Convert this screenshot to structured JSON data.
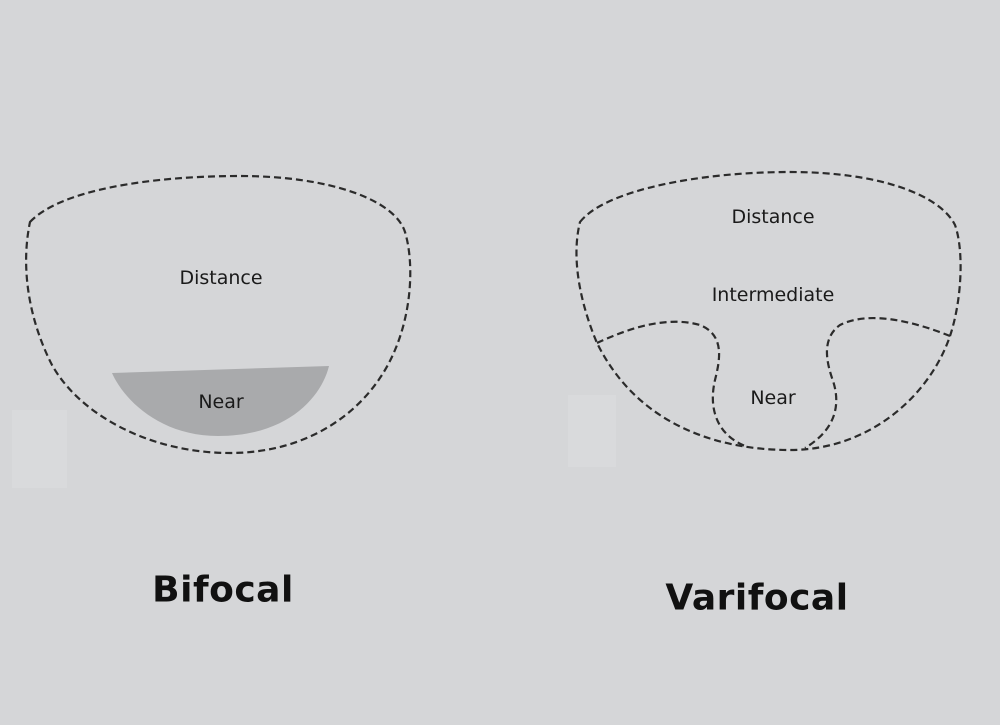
{
  "colors": {
    "background": "#d5d6d8",
    "outline": "#2b2b2b",
    "near_segment_fill": "#a9aaac"
  },
  "bifocal": {
    "title": "Bifocal",
    "zones": {
      "distance": "Distance",
      "near": "Near"
    }
  },
  "varifocal": {
    "title": "Varifocal",
    "zones": {
      "distance": "Distance",
      "intermediate": "Intermediate",
      "near": "Near"
    }
  }
}
